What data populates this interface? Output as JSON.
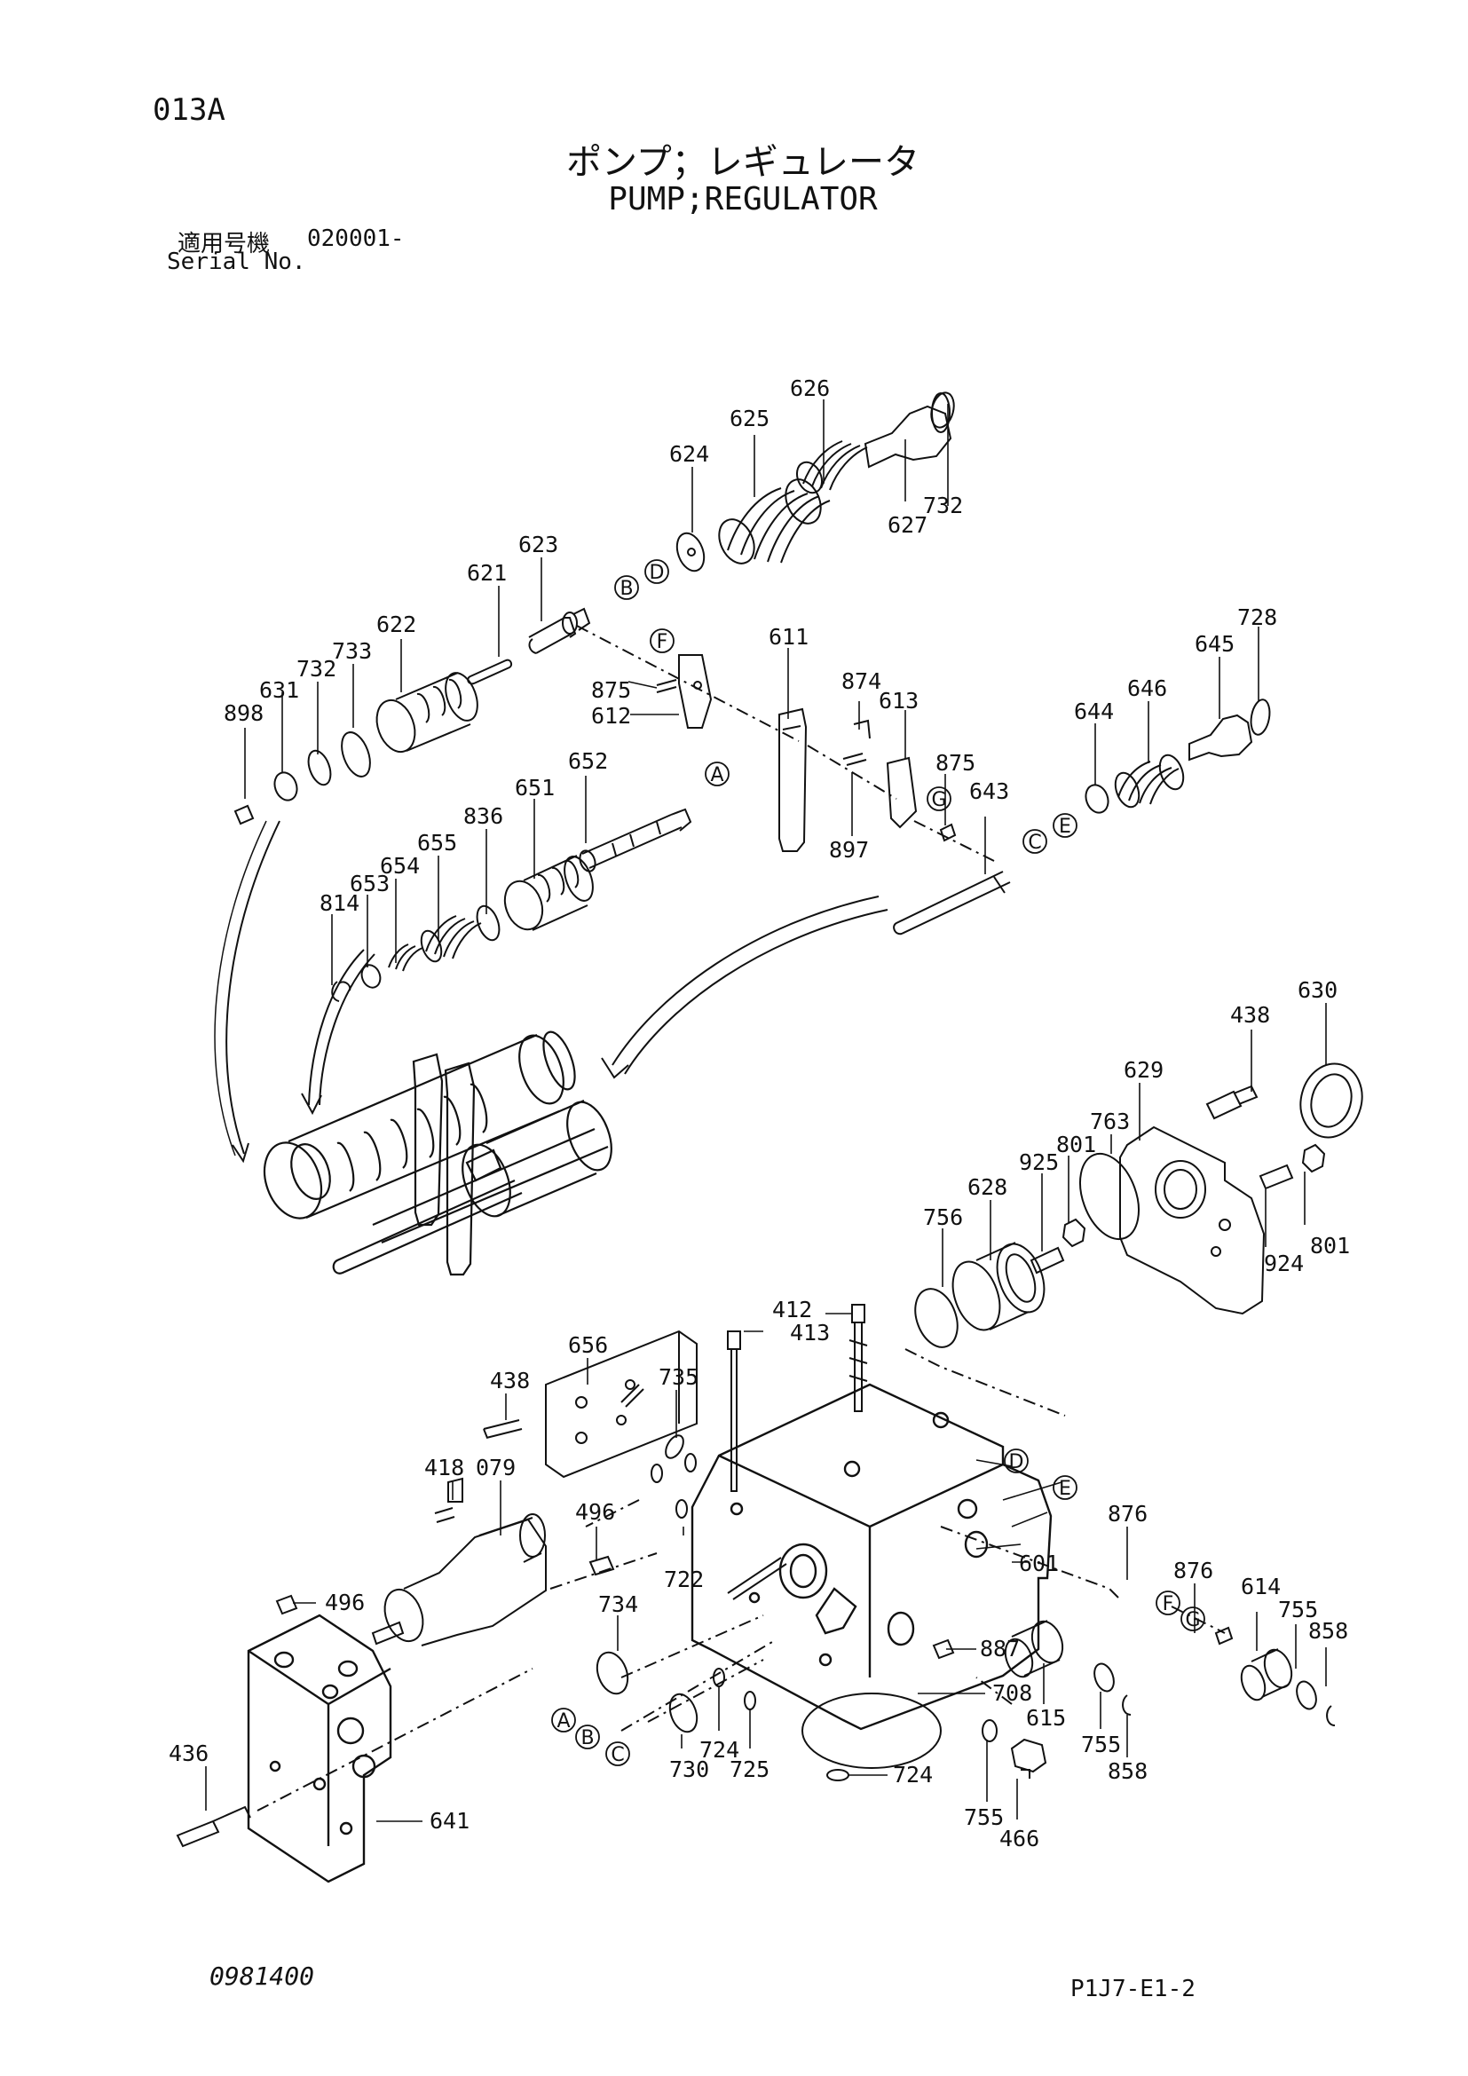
{
  "header": {
    "page_code": "013A",
    "title_jp": "ポンプ；レギュレータ",
    "title_en": "PUMP;REGULATOR",
    "serial_label_jp": "適用号機",
    "serial_range": "020001-",
    "serial_label_en": "Serial No."
  },
  "footer": {
    "doc_number": "0981400",
    "drawing_code": "P1J7-E1-2"
  },
  "part_labels": [
    "626",
    "625",
    "624",
    "732",
    "627",
    "623",
    "621",
    "622",
    "733",
    "732",
    "631",
    "898",
    "611",
    "875",
    "612",
    "874",
    "613",
    "875",
    "897",
    "643",
    "645",
    "728",
    "646",
    "644",
    "652",
    "651",
    "836",
    "655",
    "654",
    "653",
    "814",
    "630",
    "438",
    "629",
    "763",
    "801",
    "925",
    "801",
    "924",
    "628",
    "756",
    "412",
    "413",
    "656",
    "438",
    "735",
    "496",
    "722",
    "418",
    "079",
    "496",
    "734",
    "601",
    "876",
    "876",
    "614",
    "755",
    "858",
    "887",
    "708",
    "615",
    "755",
    "858",
    "436",
    "641",
    "730",
    "724",
    "725",
    "724",
    "755",
    "466"
  ],
  "callout_letters": [
    "A",
    "B",
    "C",
    "D",
    "E",
    "F",
    "G"
  ]
}
